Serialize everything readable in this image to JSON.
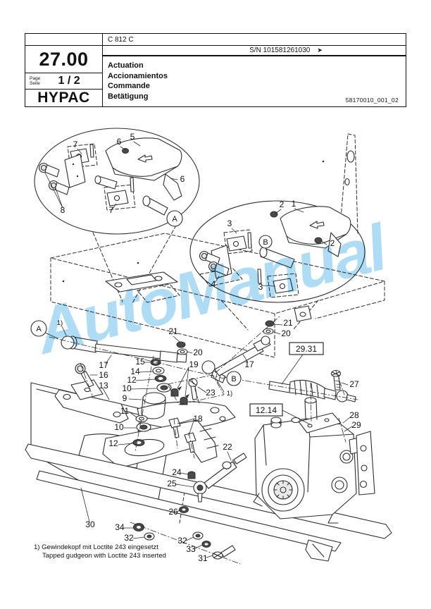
{
  "header": {
    "model": "C 812 C",
    "serial": "S/N 101581261030",
    "serial_arrow": "➤",
    "section_number": "27.00",
    "page_label_en": "Page",
    "page_label_de": "Seite",
    "page_current": "1",
    "page_separator": "/",
    "page_total": "2",
    "brand": "HYPAC",
    "titles": {
      "en": "Actuation",
      "es": "Accionamientos",
      "fr": "Commande",
      "de": "Betätigung"
    },
    "doc_number": "58170010_001_02"
  },
  "diagram": {
    "watermark": "AutoManual",
    "callouts": {
      "a": "A",
      "b": "B",
      "fn": "1)"
    },
    "refs": {
      "r2931": "29.31",
      "r1214": "12.14"
    },
    "parts": {
      "n1": "1",
      "n2": "2",
      "n3": "3",
      "n4": "4",
      "n5": "5",
      "n6": "6",
      "n7": "7",
      "n8": "8",
      "n9": "9",
      "n10": "10",
      "n11": "11",
      "n12": "12",
      "n13": "13",
      "n14": "14",
      "n15": "15",
      "n16": "16",
      "n17": "17",
      "n18": "18",
      "n19": "19",
      "n20": "20",
      "n21": "21",
      "n22": "22",
      "n23": "23",
      "n24": "24",
      "n25": "25",
      "n26": "26",
      "n27": "27",
      "n28": "28",
      "n29": "29",
      "n30": "30",
      "n31": "31",
      "n32": "32",
      "n33": "33",
      "n34": "34"
    },
    "footnote": {
      "line1": "1) Gewindekopf mit Loctite 243 eingesetzt",
      "line2": "Tapped gudgeon with Loctite 243 inserted"
    }
  }
}
